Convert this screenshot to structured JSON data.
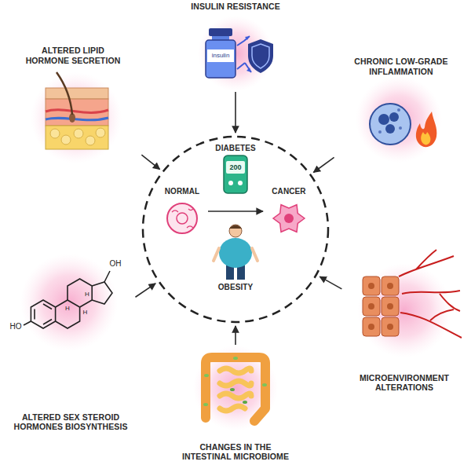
{
  "diagram": {
    "nodes": [
      {
        "text": [
          "INSULIN RESISTANCE"
        ]
      },
      {
        "text": [
          "ALTERED LIPID HORMONE SECRETION"
        ]
      },
      {
        "text": [
          "CHRONIC LOW-GRADE INFLAMMATION"
        ]
      },
      {
        "text": [
          "ALTERED SEX STEROID HORMONES BIOSYNTHESIS"
        ]
      },
      {
        "text": [
          "MICROENVIRONMENT ALTERATIONS"
        ]
      },
      {
        "text": [
          "CHANGES IN THE INTESTINAL MICROBIOME"
        ]
      },
      {
        "text": []
      },
      {
        "text": [
          "DIABETES"
        ],
        "in": 6
      },
      {
        "text": [
          "NORMAL"
        ],
        "in": 6
      },
      {
        "text": [
          "CANCER"
        ],
        "in": 6
      },
      {
        "text": [
          "OBESITY"
        ],
        "in": 6
      }
    ],
    "edges": [
      {
        "from": 0,
        "to": 6,
        "arrow": "to"
      },
      {
        "from": 1,
        "to": 6,
        "arrow": "to"
      },
      {
        "from": 2,
        "to": 6,
        "arrow": "to"
      },
      {
        "from": 3,
        "to": 6,
        "arrow": "to"
      },
      {
        "from": 4,
        "to": 6,
        "arrow": "to"
      },
      {
        "from": 5,
        "to": 6,
        "arrow": "to"
      },
      {
        "from": 8,
        "to": 9,
        "arrow": "to"
      }
    ],
    "labels": [
      "insulin",
      "200",
      "OH",
      "HO",
      "H",
      "H",
      "H"
    ]
  }
}
